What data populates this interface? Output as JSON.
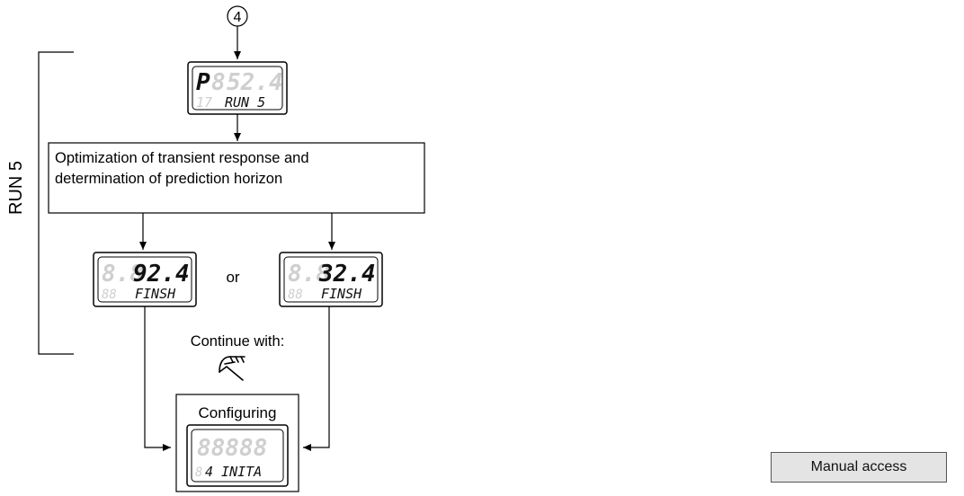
{
  "connector": {
    "label": "4"
  },
  "phase_label": "RUN 5",
  "display_top": {
    "upper_main": "P",
    "upper_dim": "8",
    "upper_digits": "52.4",
    "lower_dim": "17",
    "lower_text": "RUN 5"
  },
  "process_box": {
    "line1": "Optimization of transient response and",
    "line2": "determination of prediction horizon"
  },
  "display_left": {
    "upper_dim": "8.8",
    "upper_digits": "92.4",
    "lower_dim": "88",
    "lower_text": "FINSH"
  },
  "or_label": "or",
  "display_right": {
    "upper_dim": "8.8",
    "upper_digits": "32.4",
    "lower_dim": "88",
    "lower_text": "FINSH"
  },
  "continue_label": "Continue with:",
  "hand_icon": "hand-press-icon",
  "configuring_box": {
    "title": "Configuring",
    "display": {
      "upper_dim": "88888",
      "lower_dim": "8",
      "lower_text": "4 INITA"
    }
  },
  "manual_access_label": "Manual access"
}
